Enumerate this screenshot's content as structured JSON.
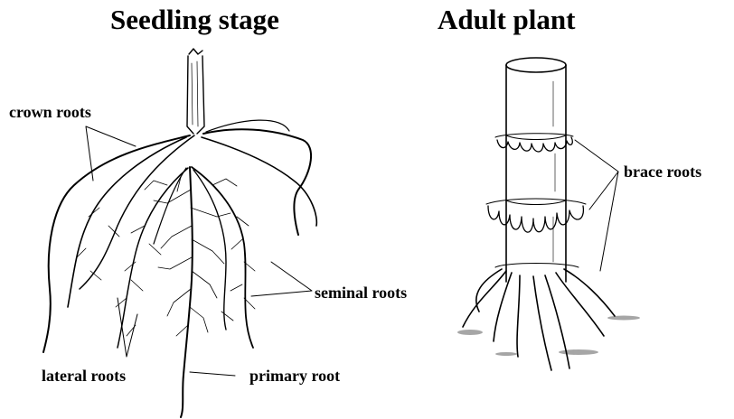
{
  "panels": {
    "seedling": {
      "title": "Seedling stage",
      "labels": {
        "crown_roots": "crown roots",
        "seminal_roots": "seminal roots",
        "lateral_roots": "lateral roots",
        "primary_root": "primary root"
      }
    },
    "adult": {
      "title": "Adult plant",
      "labels": {
        "brace_roots": "brace roots"
      }
    }
  }
}
